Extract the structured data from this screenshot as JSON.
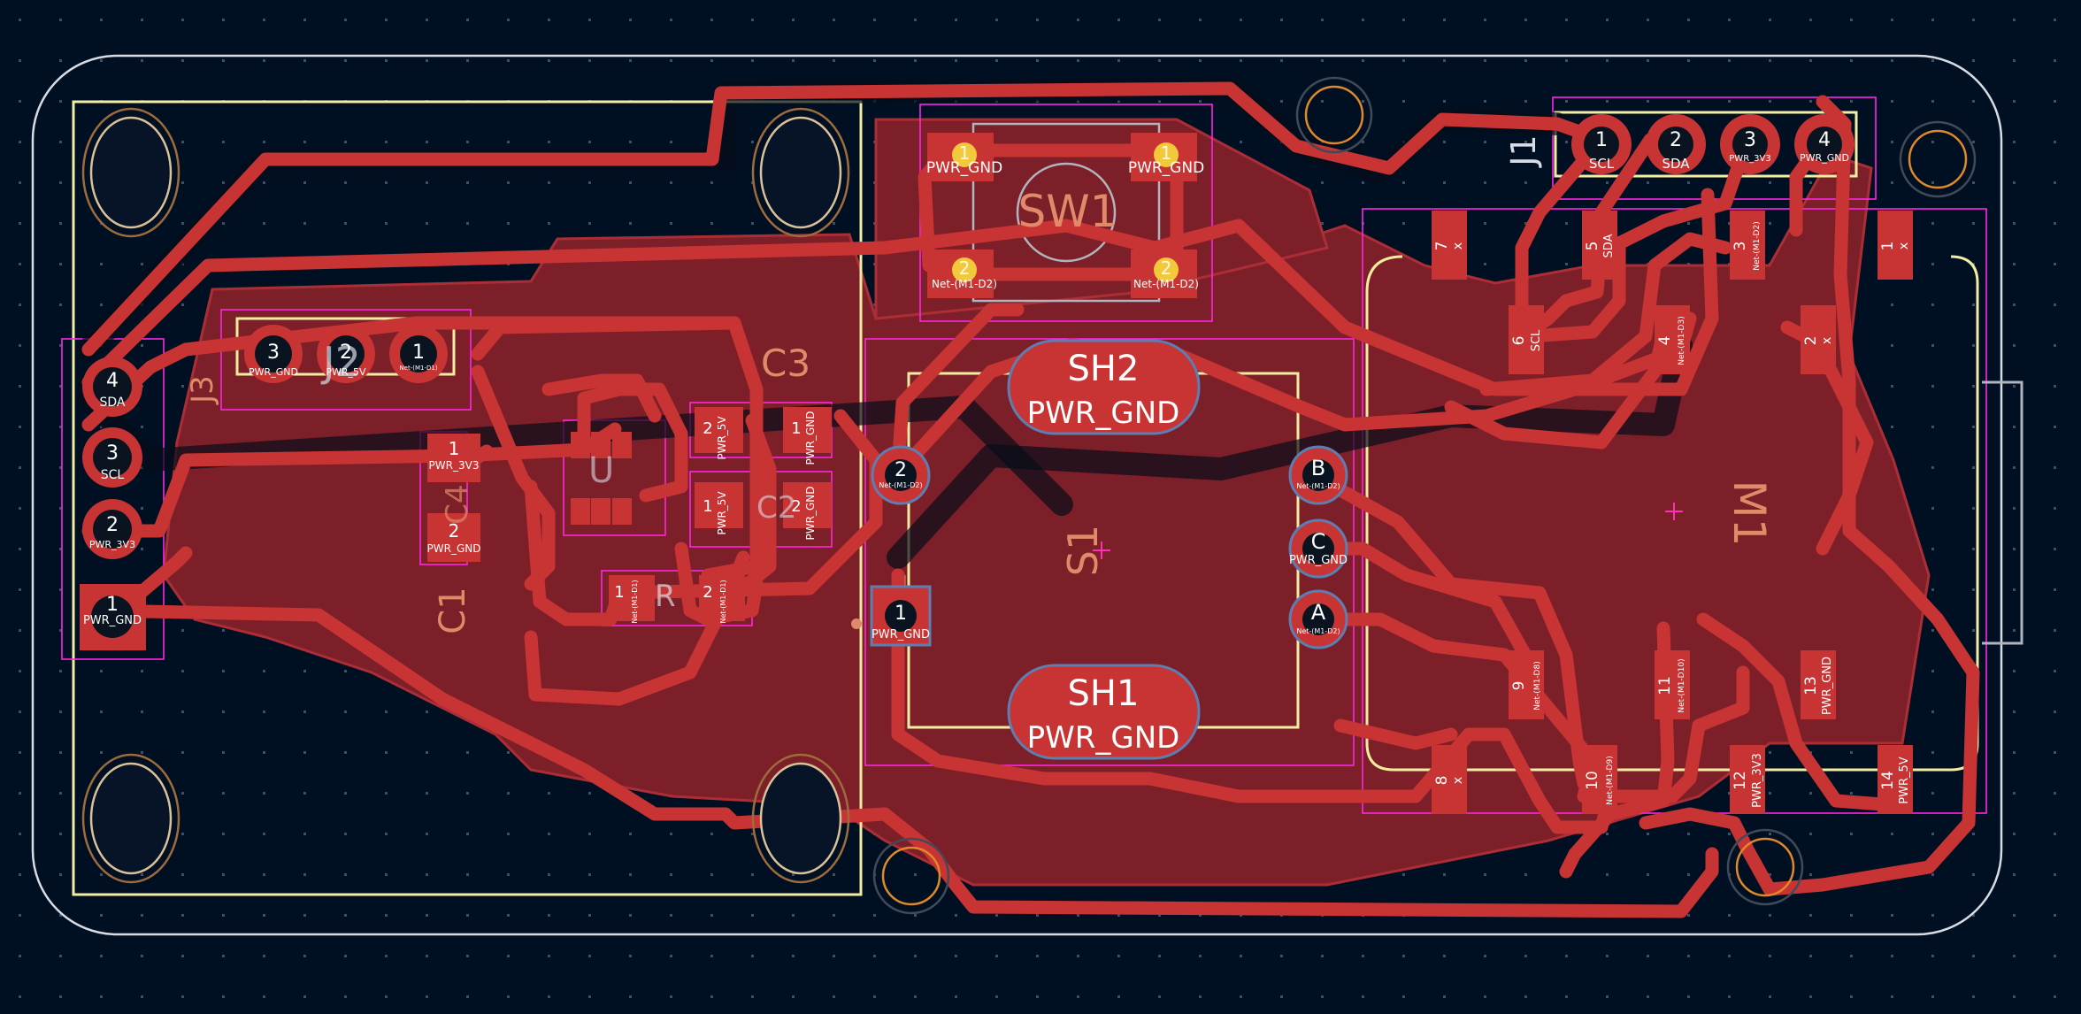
{
  "board": {
    "background": "#001023",
    "copper_color": "#c83434",
    "zone_color": "#7d1f28",
    "edge_color": "#d9dde3"
  },
  "refs": {
    "j1": "J1",
    "j2": "J2",
    "j3": "J3",
    "sw1": "SW1",
    "s1": "S1",
    "m1": "M1",
    "c1": "C1",
    "c2": "C2",
    "c3": "C3",
    "c4": "C4",
    "r": "R",
    "u": "U",
    "sh1": "SH1",
    "sh2": "SH2"
  },
  "nets": {
    "gnd": "PWR_GND",
    "v3": "PWR_3V3",
    "v5": "PWR_5V",
    "sda": "SDA",
    "scl": "SCL",
    "d2": "Net-(M1-D2)",
    "d3": "Net-(M1-D3)",
    "d8": "Net-(M1-D8)",
    "d9": "Net-(M1-D9)",
    "d10": "Net-(M1-D10)",
    "d1": "Net-(M1-D1)",
    "x": "x"
  },
  "pins": {
    "n1": "1",
    "n2": "2",
    "n3": "3",
    "n4": "4",
    "n5": "5",
    "n6": "6",
    "n7": "7",
    "n8": "8",
    "n9": "9",
    "n10": "10",
    "n11": "11",
    "n12": "12",
    "n13": "13",
    "n14": "14",
    "a": "A",
    "b": "B",
    "c": "C"
  }
}
